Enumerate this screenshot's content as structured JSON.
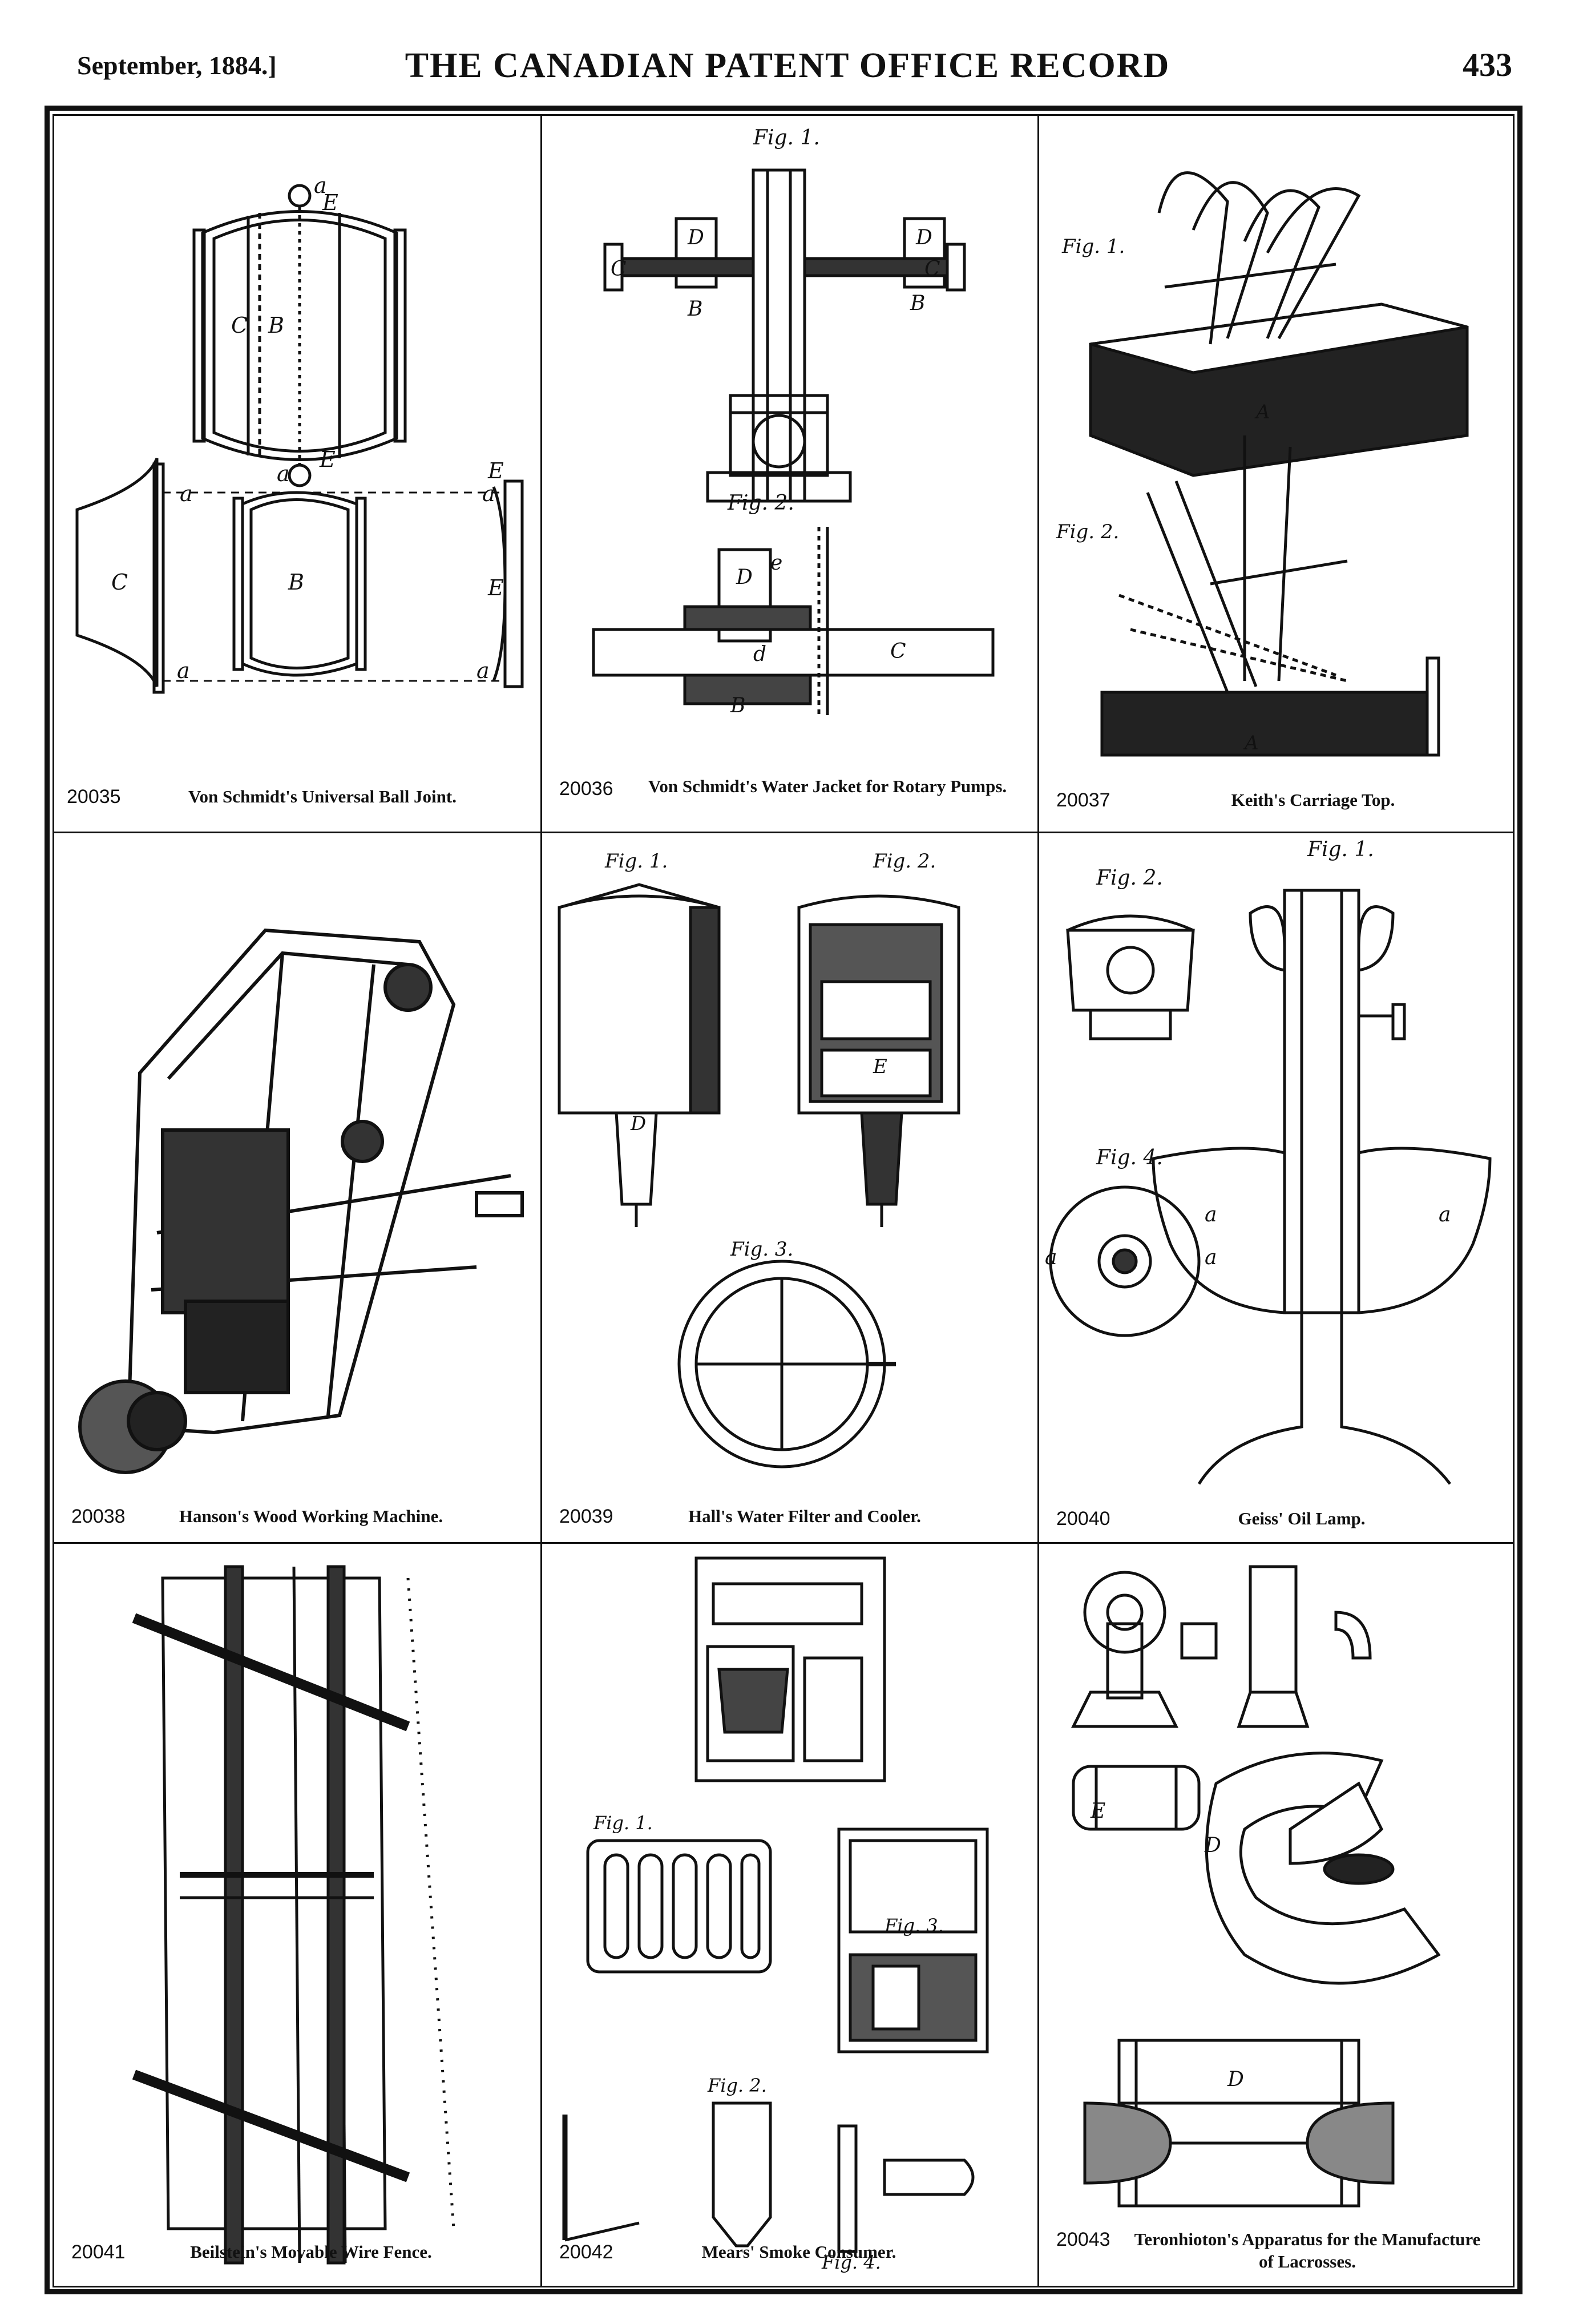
{
  "header": {
    "date": "September, 1884.]",
    "title": "THE CANADIAN PATENT OFFICE RECORD",
    "page_number": "433"
  },
  "patents": [
    {
      "number": "20035",
      "title": "Von Schmidt's Universal Ball Joint."
    },
    {
      "number": "20036",
      "title": "Von Schmidt's Water Jacket for Rotary Pumps."
    },
    {
      "number": "20037",
      "title": "Keith's Carriage Top."
    },
    {
      "number": "20038",
      "title": "Hanson's Wood Working Machine."
    },
    {
      "number": "20039",
      "title": "Hall's Water Filter and Cooler."
    },
    {
      "number": "20040",
      "title": "Geiss' Oil Lamp."
    },
    {
      "number": "20041",
      "title": "Beilstein's Movable Wire Fence."
    },
    {
      "number": "20042",
      "title": "Mears' Smoke Consumer."
    },
    {
      "number": "20043",
      "title": "Teronhioton's Apparatus for the Manufacture of Lacrosses."
    }
  ],
  "figure_labels": {
    "fig1": "Fig. 1.",
    "fig2": "Fig. 2.",
    "fig3": "Fig. 3.",
    "fig4": "Fig. 4."
  }
}
